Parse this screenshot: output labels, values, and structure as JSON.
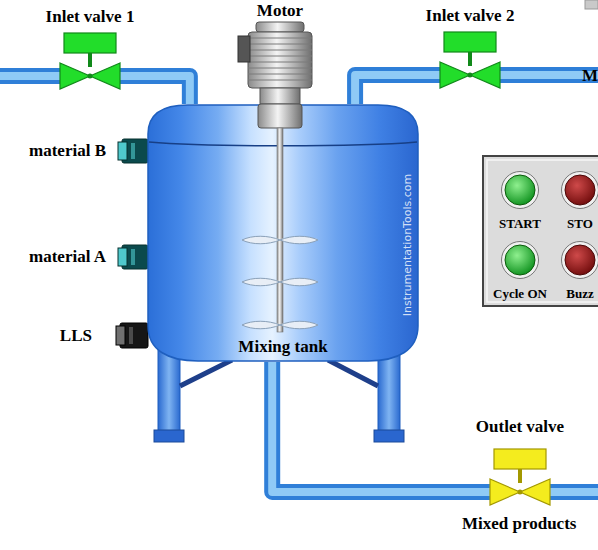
{
  "diagram": {
    "nodes": [
      {
        "text": [
          "Inlet valve 1"
        ]
      },
      {
        "text": [
          "Motor"
        ]
      },
      {
        "text": [
          "Inlet valve 2"
        ]
      },
      {
        "text": [
          "material B"
        ]
      },
      {
        "text": [
          "material A"
        ]
      },
      {
        "text": [
          "LLS"
        ]
      },
      {
        "text": [
          "Mixing tank"
        ]
      },
      {
        "text": [
          "START"
        ]
      },
      {
        "text": [
          "STO"
        ]
      },
      {
        "text": [
          "Cycle ON"
        ]
      },
      {
        "text": [
          "Buzz"
        ]
      },
      {
        "text": [
          "Outlet valve"
        ]
      }
    ],
    "edges": [
      {
        "from": 0,
        "to": 6,
        "arrow": "none"
      },
      {
        "from": 2,
        "to": 6,
        "arrow": "none"
      },
      {
        "from": 6,
        "to": 11,
        "arrow": "none"
      }
    ],
    "labels": [
      "M",
      "InstrumentationTools.com",
      "Mixed products"
    ]
  }
}
